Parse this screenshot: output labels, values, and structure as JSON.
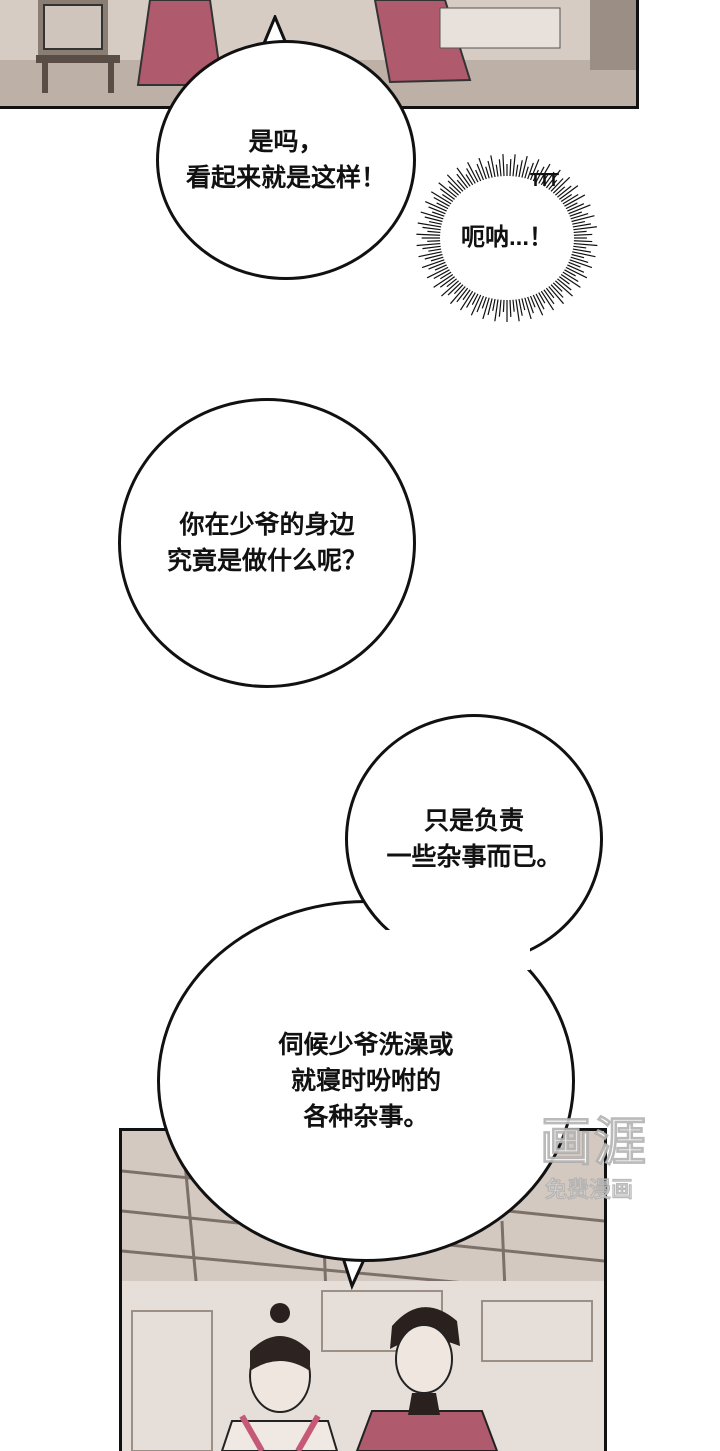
{
  "bubbles": {
    "b1": {
      "lines": [
        "是吗，",
        "看起来就是这样！"
      ]
    },
    "b2": {
      "lines": [
        "呃呐...！"
      ],
      "sfx": "TTT"
    },
    "b3": {
      "lines": [
        "你在少爷的身边",
        "究竟是做什么呢？"
      ]
    },
    "b4": {
      "lines": [
        "只是负责",
        "一些杂事而已。"
      ]
    },
    "b5": {
      "lines": [
        "伺候少爷洗澡或",
        "就寝时吩咐的",
        "各种杂事。"
      ]
    }
  },
  "watermark": {
    "logo": "画涯",
    "text": "免费漫画"
  },
  "colors": {
    "panel_bg": "#d9d0c9",
    "robe": "#b05a6e",
    "ink": "#111111"
  }
}
